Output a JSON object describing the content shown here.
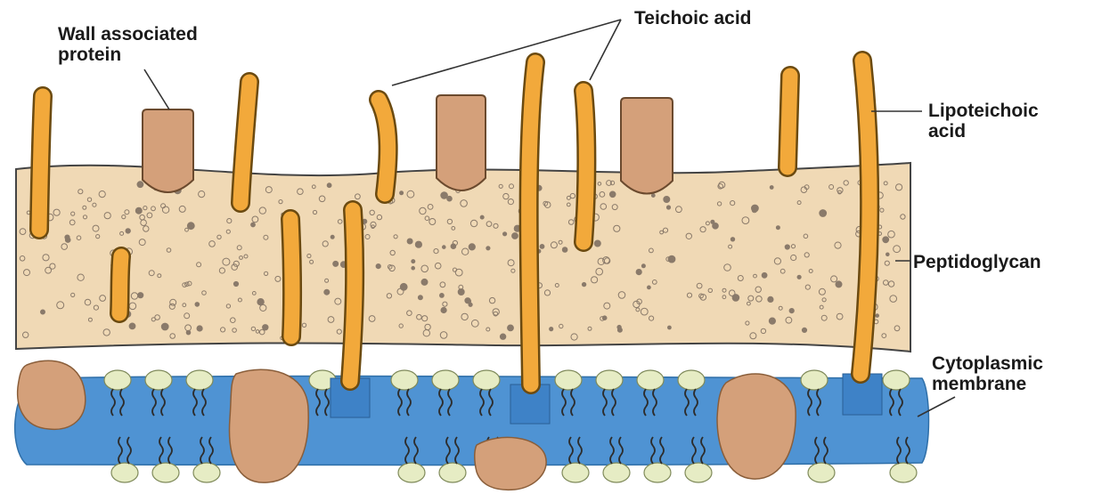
{
  "labels": {
    "wall_associated_protein": [
      "Wall associated",
      "protein"
    ],
    "teichoic_acid": "Teichoic acid",
    "lipoteichoic_acid": [
      "Lipoteichoic",
      "acid"
    ],
    "peptidoglycan": "Peptidoglycan",
    "cytoplasmic_membrane": [
      "Cytoplasmic",
      "membrane"
    ]
  },
  "colors": {
    "peptidoglycan": "#f0d9b5",
    "peptidoglycan_granule": "#8a7a6a",
    "teichoic_acid": "#f2a93b",
    "protein": "#d4a07a",
    "membrane": "#4f93d3",
    "lipid_head": "#e6ecc4",
    "lipid_tail": "#2d2d2d",
    "leader_line": "#333333"
  }
}
